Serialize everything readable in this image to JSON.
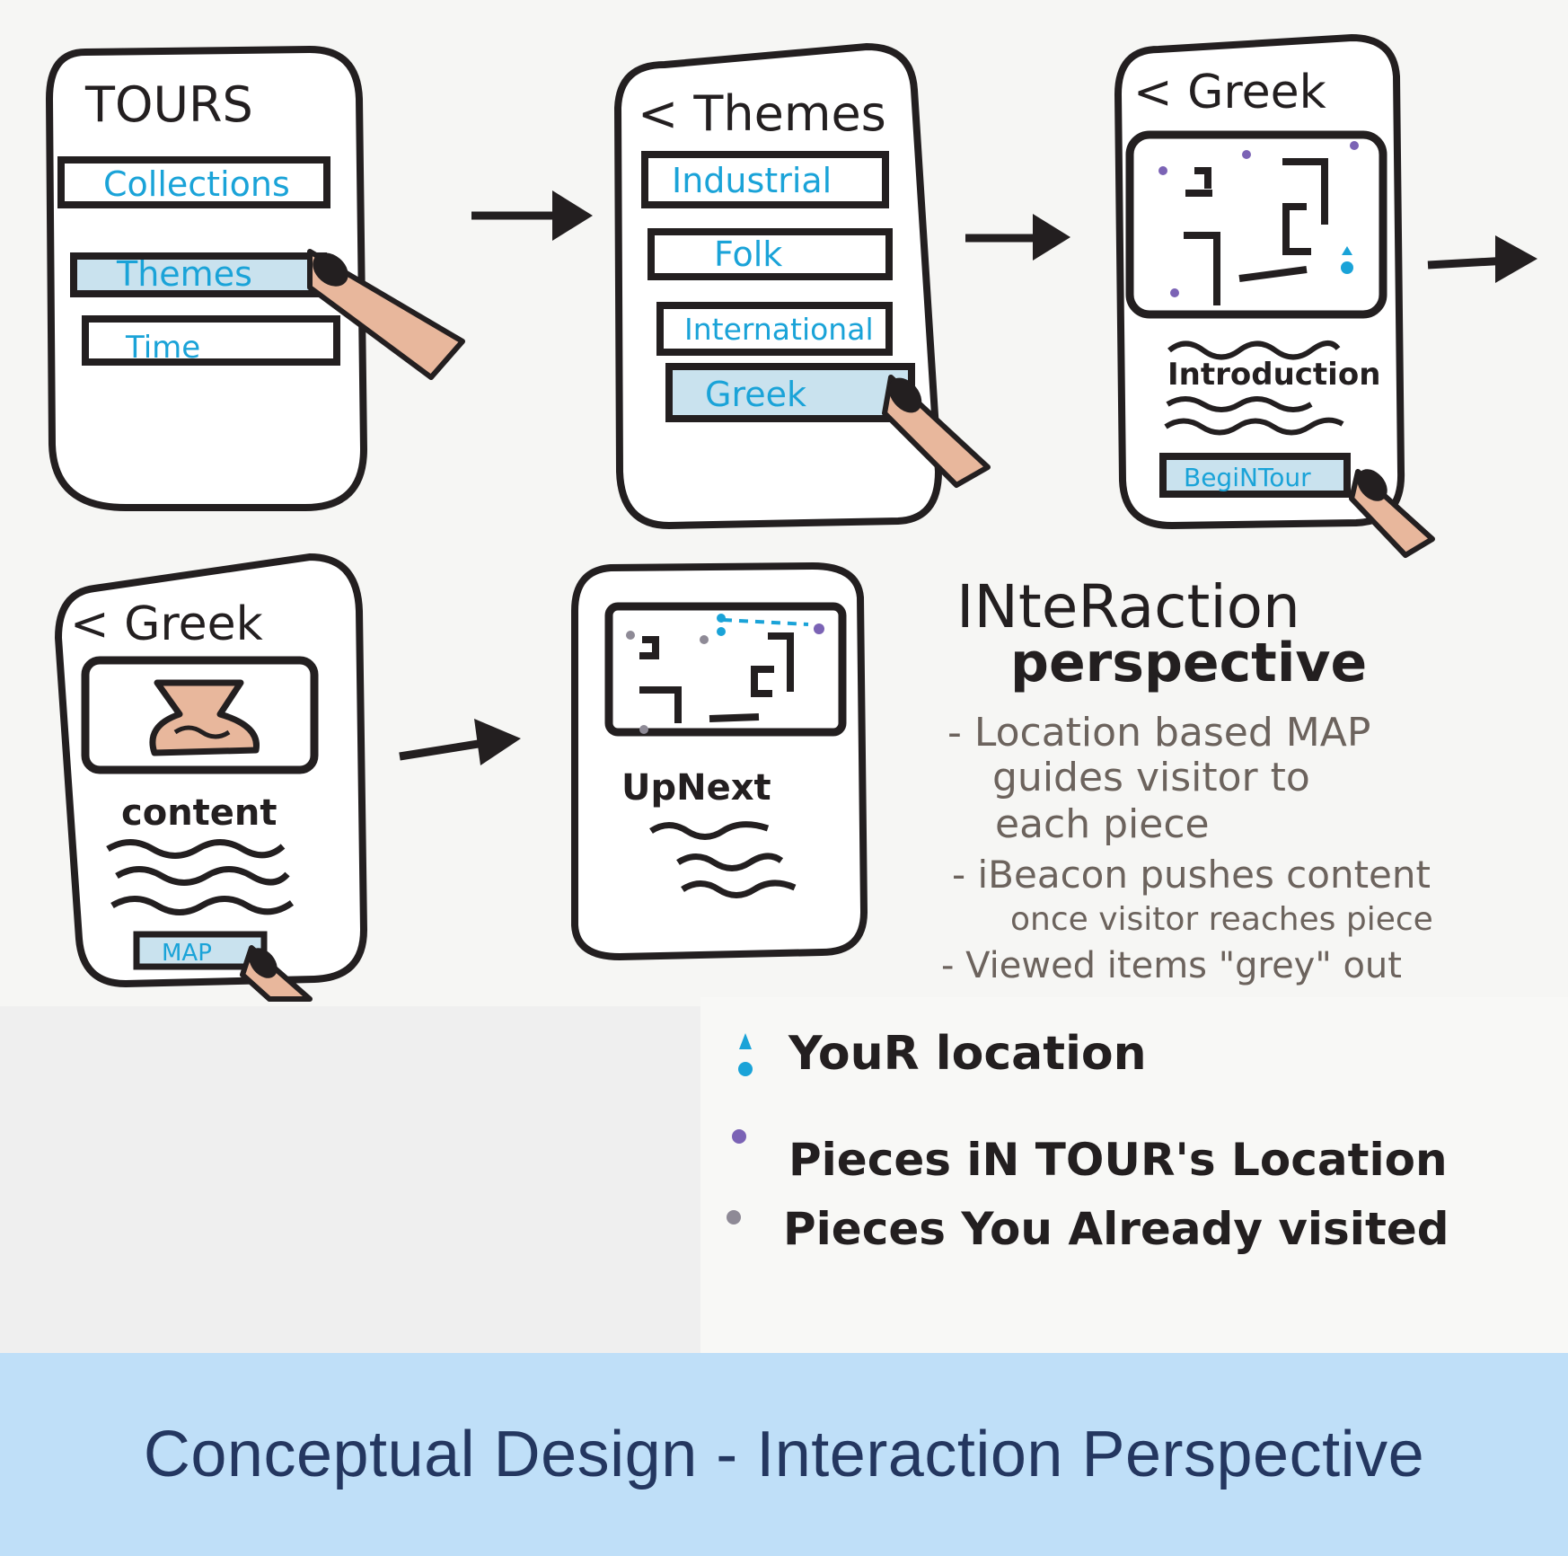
{
  "colors": {
    "ink": "#231f20",
    "button_text": "#1aa3d8",
    "selected_fill": "#c9e2ee",
    "finger": "#e8b79c",
    "location_marker": "#1aa3d8",
    "tour_pieces": "#7b63b5",
    "visited_pieces": "#8e8a96",
    "caption_band": "#bfdff8",
    "caption_text": "#243760"
  },
  "screens": {
    "tours": {
      "title": "TOURS",
      "items": [
        "Collections",
        "Themes",
        "Time"
      ],
      "selected": "Themes"
    },
    "themes": {
      "title": "< Themes",
      "items": [
        "Industrial",
        "Folk",
        "International",
        "Greek"
      ],
      "selected": "Greek"
    },
    "greek_intro": {
      "title": "< Greek",
      "intro_label": "Introduction",
      "button": "BegiNTour"
    },
    "greek_content": {
      "title": "< Greek",
      "content_label": "content",
      "button": "MAP"
    },
    "map_next": {
      "label": "UpNext"
    }
  },
  "notes": {
    "title_line1": "INteRaction",
    "title_line2": "perspective",
    "lines": [
      "- Location based MAP",
      "guides visitor to",
      "each piece",
      "- iBeacon pushes content",
      "once visitor reaches piece",
      "- Viewed items \"grey\" out"
    ]
  },
  "legend": {
    "items": [
      {
        "icon": "location-marker-icon",
        "label": "YouR location"
      },
      {
        "icon": "purple-dot-icon",
        "label": "Pieces iN TOUR's Location"
      },
      {
        "icon": "grey-dot-icon",
        "label": "Pieces You Already visited"
      }
    ]
  },
  "caption": "Conceptual Design - Interaction Perspective"
}
